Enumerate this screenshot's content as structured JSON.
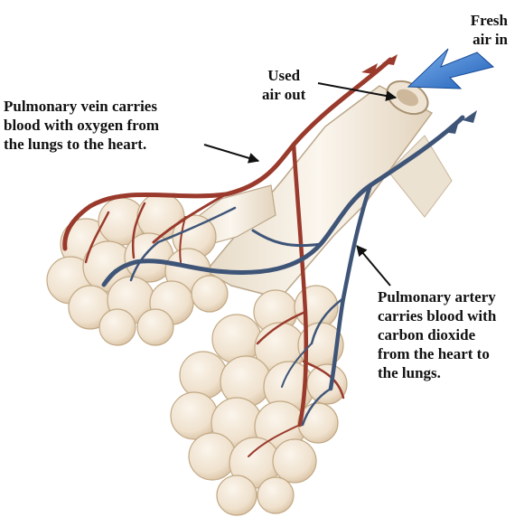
{
  "labels": {
    "fresh_air": [
      "Fresh",
      "air in"
    ],
    "used_air": [
      "Used",
      "air out"
    ],
    "pulmonary_vein": [
      "Pulmonary vein carries",
      "blood with oxygen from",
      "the lungs to the heart."
    ],
    "pulmonary_artery": [
      "Pulmonary artery",
      "carries blood with",
      "carbon dioxide",
      "from the heart to",
      "the lungs."
    ]
  },
  "colors": {
    "vein": "#9a3a2c",
    "artery": "#3f5578",
    "alveoli": "#f2e6d6",
    "alveoli_shade": "#d8c3a8",
    "airway": "#f1e8da",
    "fresh_air_arrow": "#1f5fb8",
    "pointer": "#111111"
  }
}
